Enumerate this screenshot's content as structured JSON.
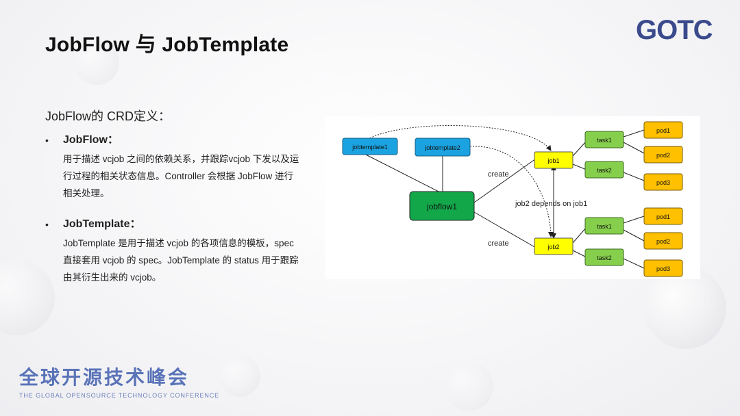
{
  "slide": {
    "title": "JobFlow 与 JobTemplate",
    "logo_text": "GOTC"
  },
  "content": {
    "intro": "JobFlow的 CRD定义：",
    "items": [
      {
        "bullet": "•",
        "title": "JobFlow：",
        "desc_lines": [
          "用于描述 vcjob 之间的依赖关系，并跟踪vcjob 下发以及运",
          "行过程的相关状态信息。Controller 会根据 JobFlow  进行",
          "相关处理。"
        ]
      },
      {
        "bullet": "•",
        "title": "JobTemplate：",
        "desc_lines": [
          "JobTemplate 是用于描述 vcjob 的各项信息的模板，spec",
          "直接套用 vcjob 的 spec。JobTemplate 的 status 用于跟踪",
          "由其衍生出来的 vcjob。"
        ]
      }
    ]
  },
  "diagram": {
    "nodes": {
      "jobtemplate1": "jobtemplate1",
      "jobtemplate2": "jobtemplate2",
      "jobflow1": "jobflow1",
      "job1": "job1",
      "job2": "job2",
      "job1_task1": "task1",
      "job1_task2": "task2",
      "job2_task1": "task1",
      "job2_task2": "task2",
      "job1_pod1": "pod1",
      "job1_pod2": "pod2",
      "job1_pod3": "pod3",
      "job2_pod1": "pod1",
      "job2_pod2": "pod2",
      "job2_pod3": "pod3"
    },
    "labels": {
      "create_top": "create",
      "create_bottom": "create",
      "depends": "job2 depends on job1"
    },
    "colors": {
      "template": "#1aa3e0",
      "jobflow": "#12a84a",
      "job": "#ffff00",
      "task": "#86cf4c",
      "pod": "#ffc000"
    }
  },
  "footer": {
    "cn": "全球开源技术峰会",
    "en": "THE GLOBAL OPENSOURCE TECHNOLOGY CONFERENCE"
  }
}
